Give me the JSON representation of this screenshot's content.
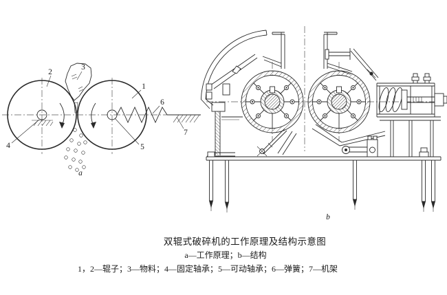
{
  "colors": {
    "line": "#2a2a2a",
    "background": "#ffffff"
  },
  "caption": {
    "title": "双辊式破碎机的工作原理及结构示意图",
    "subtitle": "a—工作原理；b—结构",
    "legend": "1，2—辊子；3—物料；4—固定轴承；5—可动轴承；6—弹簧；7—机架"
  },
  "diagram_a": {
    "label": "a",
    "callouts": {
      "c1": "1",
      "c2": "2",
      "c3": "3",
      "c4": "4",
      "c5": "5",
      "c6": "6",
      "c7": "7"
    }
  },
  "diagram_b": {
    "label": "b"
  }
}
